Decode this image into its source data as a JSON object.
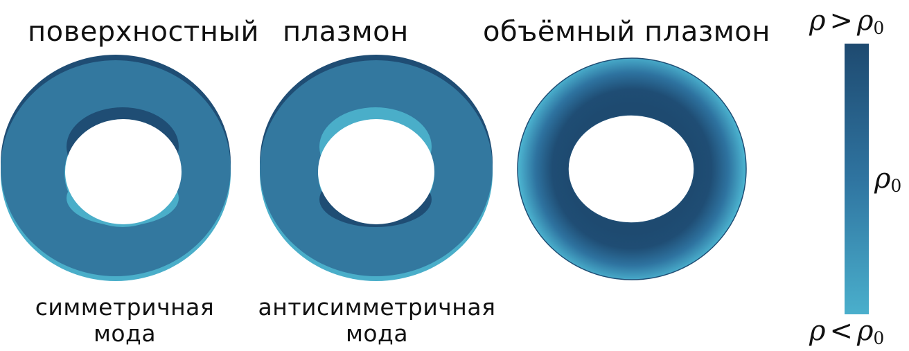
{
  "titles": {
    "surface_left": "поверхностный",
    "surface_right": "плазмон",
    "volume": "объёмный плазмон"
  },
  "captions": {
    "symmetric_line1": "симметричная",
    "symmetric_line2": "мода",
    "antisymmetric_line1": "антисимметричная",
    "antisymmetric_line2": "мода"
  },
  "colorbar": {
    "top_label_var": "ρ",
    "top_label_op": ">",
    "top_label_ref": "ρ",
    "top_label_sub": "0",
    "mid_label": "ρ",
    "mid_label_sub": "0",
    "bottom_label_var": "ρ",
    "bottom_label_op": "<",
    "bottom_label_ref": "ρ",
    "bottom_label_sub": "0",
    "color_high": "#1e4a70",
    "color_mid": "#2f74a0",
    "color_low": "#4aafcc"
  },
  "colors": {
    "dark": "#1f4d74",
    "medium": "#33789f",
    "light": "#4aaec9"
  }
}
